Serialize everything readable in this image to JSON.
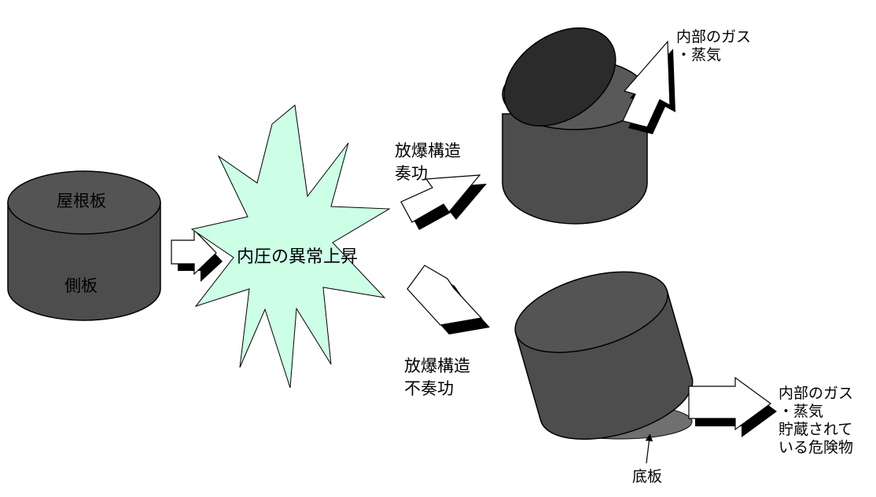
{
  "labels": {
    "roof_plate": "屋根板",
    "side_plate": "側板",
    "pressure": "内圧の異常上昇",
    "success": [
      "放爆構造",
      "奏功"
    ],
    "failure": [
      "放爆構造",
      "不奏功"
    ],
    "gas_top": [
      "内部のガス",
      "・蒸気"
    ],
    "gas_bottom": [
      "内部のガス",
      "・蒸気",
      "貯蔵されて",
      "いる危険物"
    ],
    "bottom_plate": "底板"
  },
  "colors": {
    "tank_body": "#4d4d4d",
    "tank_lid": "#545454",
    "lid_dark": "#2b2b2b",
    "starburst": "#ccffe6",
    "pool": "#707070",
    "outline": "#000000"
  }
}
